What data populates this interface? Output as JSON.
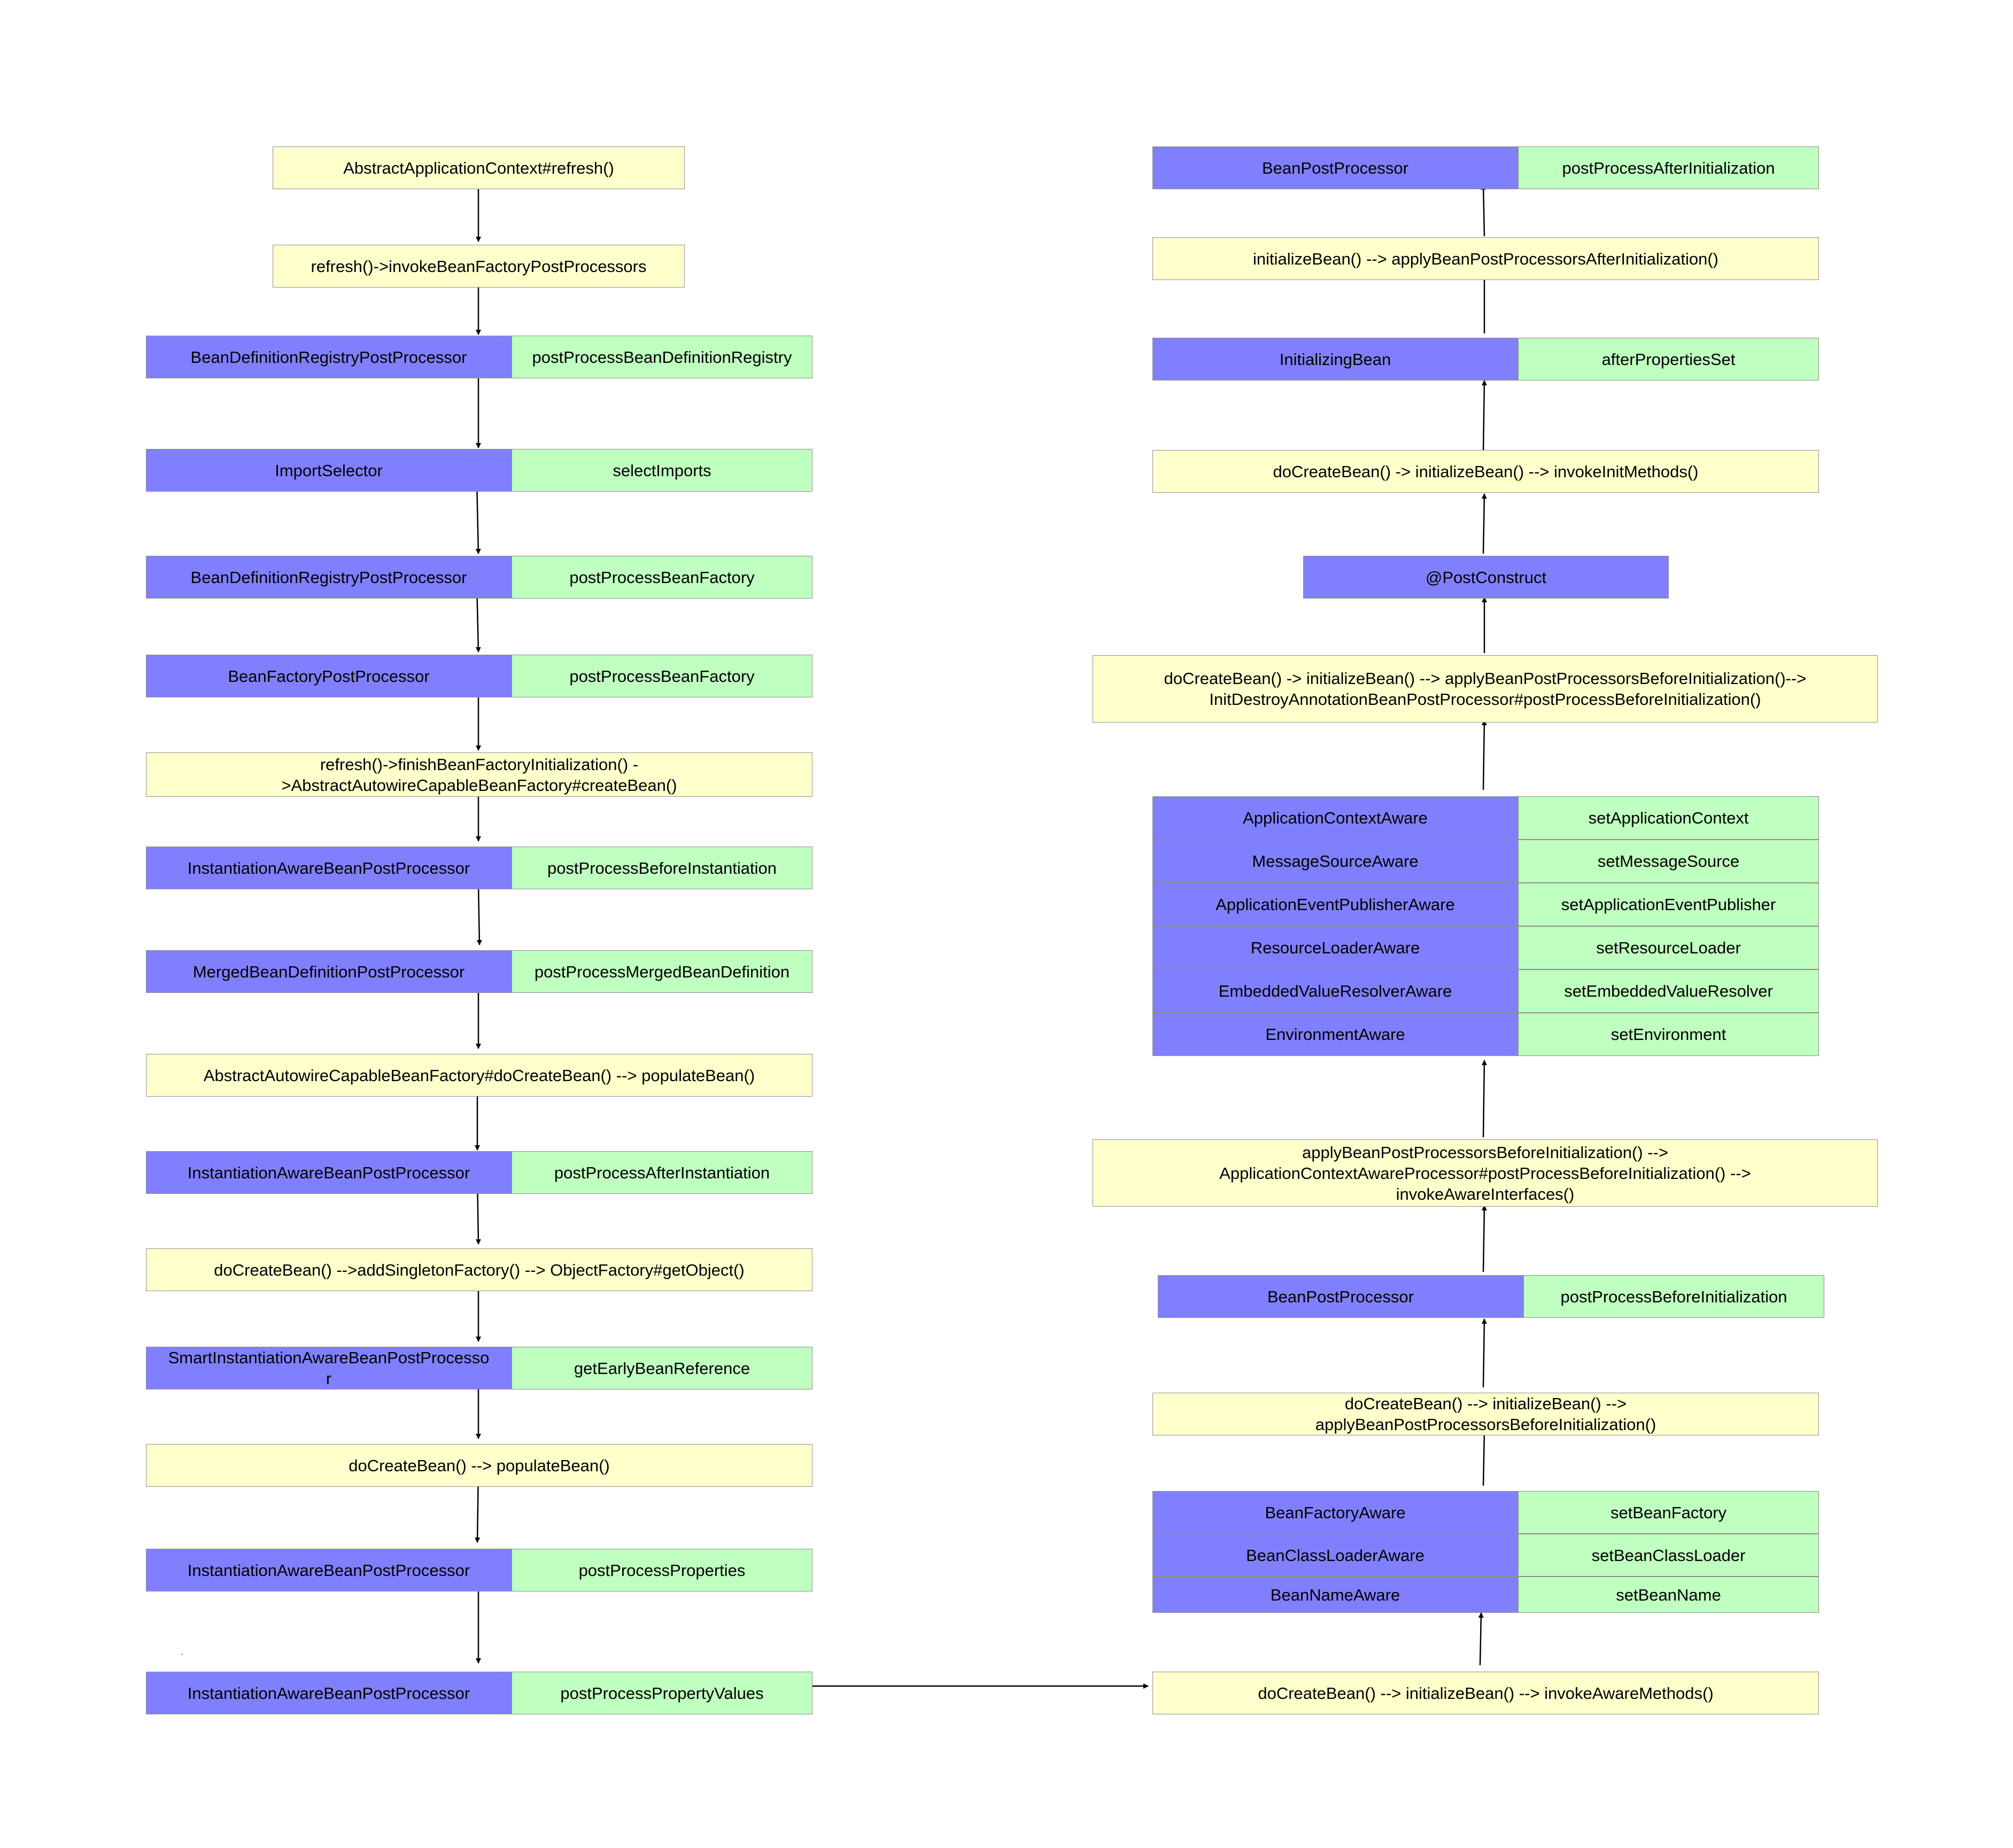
{
  "colors": {
    "note": "#ffffcc",
    "interface": "#8080ff",
    "method": "#bfffbf",
    "border": "#8e8e8e",
    "edge": "#000000"
  },
  "left_column": {
    "n1": "AbstractApplicationContext#refresh()",
    "n2": "refresh()->invokeBeanFactoryPostProcessors",
    "n3": {
      "interface": "BeanDefinitionRegistryPostProcessor",
      "method": "postProcessBeanDefinitionRegistry"
    },
    "n4": {
      "interface": "ImportSelector",
      "method": "selectImports"
    },
    "n5": {
      "interface": "BeanDefinitionRegistryPostProcessor",
      "method": "postProcessBeanFactory"
    },
    "n6": {
      "interface": "BeanFactoryPostProcessor",
      "method": "postProcessBeanFactory"
    },
    "n7": "refresh()->finishBeanFactoryInitialization() -\n>AbstractAutowireCapableBeanFactory#createBean()",
    "n8": {
      "interface": "InstantiationAwareBeanPostProcessor",
      "method": "postProcessBeforeInstantiation"
    },
    "n9": {
      "interface": "MergedBeanDefinitionPostProcessor",
      "method": "postProcessMergedBeanDefinition"
    },
    "n10": "AbstractAutowireCapableBeanFactory#doCreateBean() --> populateBean()",
    "n11": {
      "interface": "InstantiationAwareBeanPostProcessor",
      "method": "postProcessAfterInstantiation"
    },
    "n12": "doCreateBean() -->addSingletonFactory() --> ObjectFactory#getObject()",
    "n13": {
      "interface": "SmartInstantiationAwareBeanPostProcesso\nr",
      "method": "getEarlyBeanReference"
    },
    "n14": "doCreateBean() --> populateBean()",
    "n15": {
      "interface": "InstantiationAwareBeanPostProcessor",
      "method": "postProcessProperties"
    },
    "n16": {
      "interface": "InstantiationAwareBeanPostProcessor",
      "method": "postProcessPropertyValues"
    }
  },
  "stray_mark": ".",
  "right_column": {
    "r1": "doCreateBean() --> initializeBean() --> invokeAwareMethods()",
    "aware_group_1": [
      {
        "interface": "BeanFactoryAware",
        "method": "setBeanFactory"
      },
      {
        "interface": "BeanClassLoaderAware",
        "method": "setBeanClassLoader"
      },
      {
        "interface": "BeanNameAware",
        "method": "setBeanName"
      }
    ],
    "r2": "doCreateBean() --> initializeBean() -->\napplyBeanPostProcessorsBeforeInitialization()",
    "r3": {
      "interface": "BeanPostProcessor",
      "method": "postProcessBeforeInitialization"
    },
    "r4": "applyBeanPostProcessorsBeforeInitialization() -->\nApplicationContextAwareProcessor#postProcessBeforeInitialization() -->\ninvokeAwareInterfaces()",
    "aware_group_2": [
      {
        "interface": "ApplicationContextAware",
        "method": "setApplicationContext"
      },
      {
        "interface": "MessageSourceAware",
        "method": "setMessageSource"
      },
      {
        "interface": "ApplicationEventPublisherAware",
        "method": "setApplicationEventPublisher"
      },
      {
        "interface": "ResourceLoaderAware",
        "method": "setResourceLoader"
      },
      {
        "interface": "EmbeddedValueResolverAware",
        "method": "setEmbeddedValueResolver"
      },
      {
        "interface": "EnvironmentAware",
        "method": "setEnvironment"
      }
    ],
    "r5": "doCreateBean()  -> initializeBean() --> applyBeanPostProcessorsBeforeInitialization()-->\nInitDestroyAnnotationBeanPostProcessor#postProcessBeforeInitialization()",
    "r6": "@PostConstruct",
    "r7": "doCreateBean()  -> initializeBean() --> invokeInitMethods()",
    "r8": {
      "interface": "InitializingBean",
      "method": "afterPropertiesSet"
    },
    "r9": "initializeBean() --> applyBeanPostProcessorsAfterInitialization()",
    "r10": {
      "interface": "BeanPostProcessor",
      "method": "postProcessAfterInitialization"
    }
  }
}
